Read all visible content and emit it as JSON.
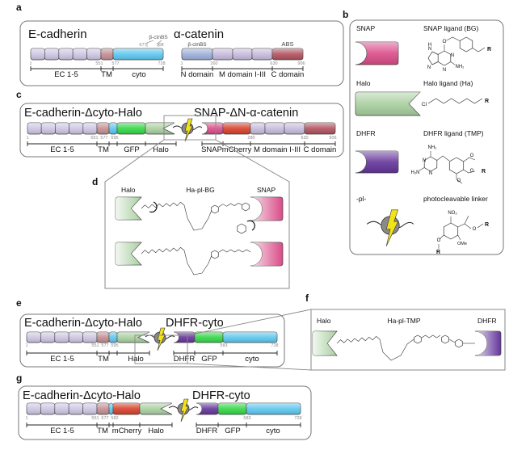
{
  "panel_labels": {
    "a": "a",
    "b": "b",
    "c": "c",
    "d": "d",
    "e": "e",
    "f": "f",
    "g": "g"
  },
  "a": {
    "ecad": {
      "title": "E-cadherin",
      "bs_label": "β-ctnBS",
      "bs_start": "677",
      "bs_end": "708",
      "numbers": [
        "1",
        "551",
        "577",
        "728"
      ],
      "domains": [
        "EC 1-5",
        "TM",
        "cyto"
      ]
    },
    "acat": {
      "title": "α-catenin",
      "bs_label": "β-ctnBS",
      "abs_label": "ABS",
      "numbers": [
        "1",
        "260",
        "630",
        "906"
      ],
      "domains": [
        "N domain",
        "M domain I-III",
        "C domain"
      ]
    }
  },
  "b": {
    "rows": [
      {
        "name": "SNAP",
        "ligand": "SNAP ligand (BG)"
      },
      {
        "name": "Halo",
        "ligand": "Halo ligand (Ha)"
      },
      {
        "name": "DHFR",
        "ligand": "DHFR ligand (TMP)"
      },
      {
        "name": "-pl-",
        "ligand": "photocleavable linker"
      }
    ],
    "atoms": {
      "bg": [
        "O",
        "N",
        "H",
        "N",
        "N",
        "N",
        "NH₂",
        "R"
      ],
      "ha": [
        "Cl",
        "R"
      ],
      "tmp": [
        "NH₂",
        "N",
        "N",
        "H₂N",
        "O",
        "O",
        "O",
        "R"
      ],
      "pl": [
        "NO₂",
        "O",
        "R",
        "O",
        "R",
        "OMe"
      ]
    }
  },
  "c": {
    "left_title": "E-cadherin-Δcyto-Halo",
    "right_title": "SNAP-ΔN-α-catenin",
    "numbers": [
      "1",
      "551",
      "577",
      "595",
      "280",
      "630",
      "906"
    ],
    "domains": [
      "EC 1-5",
      "TM",
      "GFP",
      "Halo",
      "SNAP",
      "mCherry",
      "M domain I-III",
      "C domain"
    ]
  },
  "d": {
    "left": "Halo",
    "center": "Ha-pl-BG",
    "right": "SNAP"
  },
  "e": {
    "left_title": "E-cadherin-Δcyto-Halo",
    "right_title": "DHFR-cyto",
    "numbers": [
      "1",
      "551",
      "577",
      "595",
      "583",
      "728"
    ],
    "domains": [
      "EC 1-5",
      "TM",
      "Halo",
      "DHFR",
      "GFP",
      "cyto"
    ]
  },
  "f": {
    "left": "Halo",
    "center": "Ha-pl-TMP",
    "right": "DHFR"
  },
  "g": {
    "left_title": "E-cadherin-Δcyto-Halo",
    "right_title": "DHFR-cyto",
    "numbers": [
      "1",
      "551",
      "577",
      "582",
      "583",
      "728"
    ],
    "domains": [
      "EC 1-5",
      "TM",
      "mCherry",
      "Halo",
      "DHFR",
      "GFP",
      "cyto"
    ]
  },
  "colors": {
    "ec": "#cdc5e2",
    "tm": "#c38d92",
    "cyto": "#5cc6ee",
    "gfp": "#33d646",
    "halo": "#a8cf9f",
    "mcherry": "#d6402a",
    "snap": "#d94c88",
    "dhfr": "#64359a",
    "n_domain": "#9daed9",
    "m_domain": "#c6bbdc",
    "c_domain": "#b0515d",
    "linker": "#8a8a8a",
    "bolt": "#f2e21a"
  }
}
